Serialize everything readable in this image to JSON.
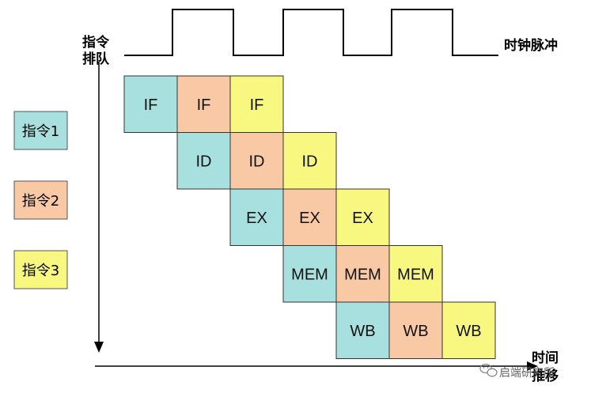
{
  "labels": {
    "clock": "时钟脉冲",
    "queue_line1": "指令",
    "queue_line2": "排队",
    "time_line1": "时间",
    "time_line2": "推移"
  },
  "legend": [
    {
      "label": "指令1",
      "color": "#a8e0e0"
    },
    {
      "label": "指令2",
      "color": "#f8c9a4"
    },
    {
      "label": "指令3",
      "color": "#f8f880"
    }
  ],
  "stages": [
    {
      "name": "IF"
    },
    {
      "name": "ID"
    },
    {
      "name": "EX"
    },
    {
      "name": "MEM"
    },
    {
      "name": "WB"
    }
  ],
  "watermark": "启端研究所",
  "watermark_icon": "wechat-icon"
}
